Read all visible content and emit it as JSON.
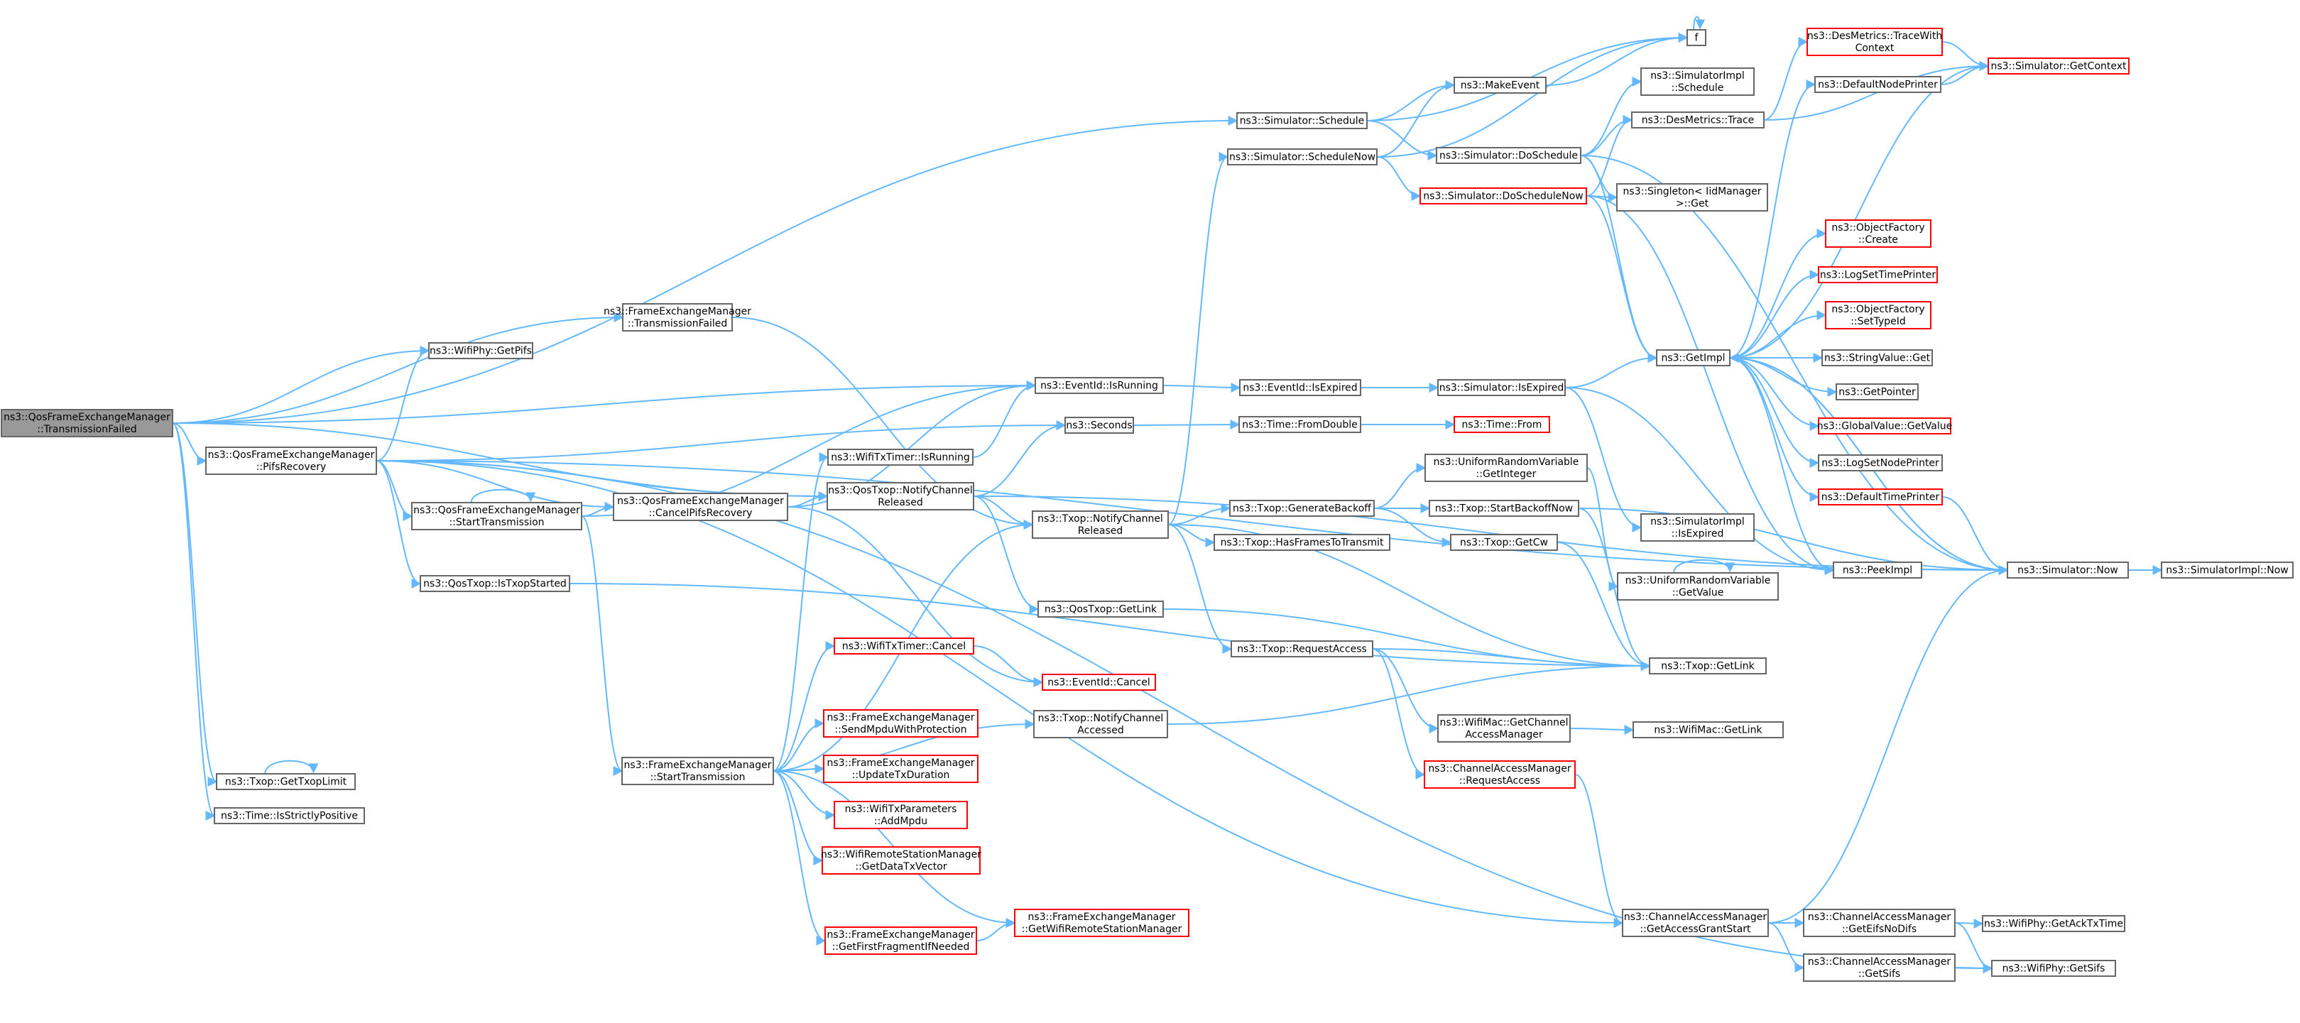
{
  "colors": {
    "edge": "#63b8ff",
    "node_border": "#666666",
    "node_fill": "#ffffff",
    "root_fill": "#999999",
    "root_border": "#666666",
    "error_border": "#ff0000",
    "text": "#000000"
  },
  "nodes": [
    {
      "id": "root",
      "lines": [
        "ns3::QosFrameExchangeManager",
        "::TransmissionFailed"
      ],
      "style": "root"
    },
    {
      "id": "pifsrecovery",
      "lines": [
        "ns3::QosFrameExchangeManager",
        "::PifsRecovery"
      ],
      "style": "normal"
    },
    {
      "id": "fem_txfailed",
      "lines": [
        "ns3::FrameExchangeManager",
        "::TransmissionFailed"
      ],
      "style": "normal"
    },
    {
      "id": "wifiphy_getpifs",
      "lines": [
        "ns3::WifiPhy::GetPifs"
      ],
      "style": "normal"
    },
    {
      "id": "qosfem_starttx",
      "lines": [
        "ns3::QosFrameExchangeManager",
        "::StartTransmission"
      ],
      "style": "normal"
    },
    {
      "id": "cancelpifs",
      "lines": [
        "ns3::QosFrameExchangeManager",
        "::CancelPifsRecovery"
      ],
      "style": "normal"
    },
    {
      "id": "istxopstarted",
      "lines": [
        "ns3::QosTxop::IsTxopStarted"
      ],
      "style": "normal"
    },
    {
      "id": "gettxoplimit",
      "lines": [
        "ns3::Txop::GetTxopLimit"
      ],
      "style": "normal"
    },
    {
      "id": "isstrictlypositive",
      "lines": [
        "ns3::Time::IsStrictlyPositive"
      ],
      "style": "normal"
    },
    {
      "id": "fem_starttx",
      "lines": [
        "ns3::FrameExchangeManager",
        "::StartTransmission"
      ],
      "style": "normal"
    },
    {
      "id": "sim_schedule",
      "lines": [
        "ns3::Simulator::Schedule"
      ],
      "style": "normal"
    },
    {
      "id": "sim_schedulenow",
      "lines": [
        "ns3::Simulator::ScheduleNow"
      ],
      "style": "normal"
    },
    {
      "id": "makeevent",
      "lines": [
        "ns3::MakeEvent"
      ],
      "style": "normal"
    },
    {
      "id": "f",
      "lines": [
        "f"
      ],
      "style": "normal"
    },
    {
      "id": "simimpl_schedule",
      "lines": [
        "ns3::SimulatorImpl",
        "::Schedule"
      ],
      "style": "normal"
    },
    {
      "id": "dotrace",
      "lines": [
        "ns3::DesMetrics::Trace"
      ],
      "style": "normal"
    },
    {
      "id": "doschedule",
      "lines": [
        "ns3::Simulator::DoSchedule"
      ],
      "style": "normal"
    },
    {
      "id": "doschedulenow",
      "lines": [
        "ns3::Simulator::DoScheduleNow"
      ],
      "style": "error"
    },
    {
      "id": "singleton",
      "lines": [
        "ns3::Singleton< IidManager",
        ">::Get"
      ],
      "style": "normal"
    },
    {
      "id": "tracewithctx",
      "lines": [
        "ns3::DesMetrics::TraceWith",
        "Context"
      ],
      "style": "error"
    },
    {
      "id": "getcontext",
      "lines": [
        "ns3::Simulator::GetContext"
      ],
      "style": "error"
    },
    {
      "id": "defaultnodeprinter",
      "lines": [
        "ns3::DefaultNodePrinter"
      ],
      "style": "normal"
    },
    {
      "id": "eventid_isrunning",
      "lines": [
        "ns3::EventId::IsRunning"
      ],
      "style": "normal"
    },
    {
      "id": "eventid_isexpired",
      "lines": [
        "ns3::EventId::IsExpired"
      ],
      "style": "normal"
    },
    {
      "id": "sim_isexpired",
      "lines": [
        "ns3::Simulator::IsExpired"
      ],
      "style": "normal"
    },
    {
      "id": "getimpl",
      "lines": [
        "ns3::GetImpl"
      ],
      "style": "normal"
    },
    {
      "id": "seconds",
      "lines": [
        "ns3::Seconds"
      ],
      "style": "normal"
    },
    {
      "id": "fromdouble",
      "lines": [
        "ns3::Time::FromDouble"
      ],
      "style": "normal"
    },
    {
      "id": "timefrom",
      "lines": [
        "ns3::Time::From"
      ],
      "style": "error"
    },
    {
      "id": "txtimer_isrunning",
      "lines": [
        "ns3::WifiTxTimer::IsRunning"
      ],
      "style": "normal"
    },
    {
      "id": "qostxop_notifyreleased",
      "lines": [
        "ns3::QosTxop::NotifyChannel",
        "Released"
      ],
      "style": "normal"
    },
    {
      "id": "txop_notifyreleased",
      "lines": [
        "ns3::Txop::NotifyChannel",
        "Released"
      ],
      "style": "normal"
    },
    {
      "id": "generatebackoff",
      "lines": [
        "ns3::Txop::GenerateBackoff"
      ],
      "style": "normal"
    },
    {
      "id": "hasframes",
      "lines": [
        "ns3::Txop::HasFramesToTransmit"
      ],
      "style": "normal"
    },
    {
      "id": "getinteger",
      "lines": [
        "ns3::UniformRandomVariable",
        "::GetInteger"
      ],
      "style": "normal"
    },
    {
      "id": "startbackoff",
      "lines": [
        "ns3::Txop::StartBackoffNow"
      ],
      "style": "normal"
    },
    {
      "id": "getcw",
      "lines": [
        "ns3::Txop::GetCw"
      ],
      "style": "normal"
    },
    {
      "id": "simimpl_isexpired",
      "lines": [
        "ns3::SimulatorImpl",
        "::IsExpired"
      ],
      "style": "normal"
    },
    {
      "id": "getvalue_rv",
      "lines": [
        "ns3::UniformRandomVariable",
        "::GetValue"
      ],
      "style": "normal"
    },
    {
      "id": "qostxop_getlink",
      "lines": [
        "ns3::QosTxop::GetLink"
      ],
      "style": "normal"
    },
    {
      "id": "requestaccess",
      "lines": [
        "ns3::Txop::RequestAccess"
      ],
      "style": "normal"
    },
    {
      "id": "txop_getlink",
      "lines": [
        "ns3::Txop::GetLink"
      ],
      "style": "normal"
    },
    {
      "id": "getcam",
      "lines": [
        "ns3::WifiMac::GetChannel",
        "AccessManager"
      ],
      "style": "normal"
    },
    {
      "id": "wifimac_getlink",
      "lines": [
        "ns3::WifiMac::GetLink"
      ],
      "style": "normal"
    },
    {
      "id": "cam_requestaccess",
      "lines": [
        "ns3::ChannelAccessManager",
        "::RequestAccess"
      ],
      "style": "error"
    },
    {
      "id": "txtimer_cancel",
      "lines": [
        "ns3::WifiTxTimer::Cancel"
      ],
      "style": "error"
    },
    {
      "id": "eventid_cancel",
      "lines": [
        "ns3::EventId::Cancel"
      ],
      "style": "error"
    },
    {
      "id": "sendmpdu",
      "lines": [
        "ns3::FrameExchangeManager",
        "::SendMpduWithProtection"
      ],
      "style": "error"
    },
    {
      "id": "notifyaccessed",
      "lines": [
        "ns3::Txop::NotifyChannel",
        "Accessed"
      ],
      "style": "normal"
    },
    {
      "id": "updatetxduration",
      "lines": [
        "ns3::FrameExchangeManager",
        "::UpdateTxDuration"
      ],
      "style": "error"
    },
    {
      "id": "addmpdu",
      "lines": [
        "ns3::WifiTxParameters",
        "::AddMpdu"
      ],
      "style": "error"
    },
    {
      "id": "getdatatxvector",
      "lines": [
        "ns3::WifiRemoteStationManager",
        "::GetDataTxVector"
      ],
      "style": "error"
    },
    {
      "id": "getwrsm",
      "lines": [
        "ns3::FrameExchangeManager",
        "::GetWifiRemoteStationManager"
      ],
      "style": "error"
    },
    {
      "id": "getfirstfragment",
      "lines": [
        "ns3::FrameExchangeManager",
        "::GetFirstFragmentIfNeeded"
      ],
      "style": "error"
    },
    {
      "id": "getaccessgrantstart",
      "lines": [
        "ns3::ChannelAccessManager",
        "::GetAccessGrantStart"
      ],
      "style": "normal"
    },
    {
      "id": "geteifsnodifs",
      "lines": [
        "ns3::ChannelAccessManager",
        "::GetEifsNoDifs"
      ],
      "style": "normal"
    },
    {
      "id": "getsifs_cam",
      "lines": [
        "ns3::ChannelAccessManager",
        "::GetSifs"
      ],
      "style": "normal"
    },
    {
      "id": "getacktxtime",
      "lines": [
        "ns3::WifiPhy::GetAckTxTime"
      ],
      "style": "normal"
    },
    {
      "id": "wifiphy_getsifs",
      "lines": [
        "ns3::WifiPhy::GetSifs"
      ],
      "style": "normal"
    },
    {
      "id": "objfactory_create",
      "lines": [
        "ns3::ObjectFactory",
        "::Create"
      ],
      "style": "error"
    },
    {
      "id": "logsettimeprinter",
      "lines": [
        "ns3::LogSetTimePrinter"
      ],
      "style": "error"
    },
    {
      "id": "objfactory_settypeid",
      "lines": [
        "ns3::ObjectFactory",
        "::SetTypeId"
      ],
      "style": "error"
    },
    {
      "id": "stringvalue_get",
      "lines": [
        "ns3::StringValue::Get"
      ],
      "style": "normal"
    },
    {
      "id": "getpointer",
      "lines": [
        "ns3::GetPointer"
      ],
      "style": "normal"
    },
    {
      "id": "globalvalue_getvalue",
      "lines": [
        "ns3::GlobalValue::GetValue"
      ],
      "style": "error"
    },
    {
      "id": "logsetnodeprinter",
      "lines": [
        "ns3::LogSetNodePrinter"
      ],
      "style": "normal"
    },
    {
      "id": "defaulttimeprinter",
      "lines": [
        "ns3::DefaultTimePrinter"
      ],
      "style": "error"
    },
    {
      "id": "peekimpl",
      "lines": [
        "ns3::PeekImpl"
      ],
      "style": "normal"
    },
    {
      "id": "sim_now",
      "lines": [
        "ns3::Simulator::Now"
      ],
      "style": "normal"
    },
    {
      "id": "simimpl_now",
      "lines": [
        "ns3::SimulatorImpl::Now"
      ],
      "style": "normal"
    }
  ],
  "edges": [
    [
      "root",
      "pifsrecovery"
    ],
    [
      "root",
      "fem_txfailed"
    ],
    [
      "root",
      "wifiphy_getpifs"
    ],
    [
      "root",
      "eventid_isrunning"
    ],
    [
      "root",
      "sim_schedule"
    ],
    [
      "root",
      "qostxop_notifyreleased"
    ],
    [
      "root",
      "gettxoplimit"
    ],
    [
      "root",
      "isstrictlypositive"
    ],
    [
      "pifsrecovery",
      "qosfem_starttx"
    ],
    [
      "pifsrecovery",
      "cancelpifs"
    ],
    [
      "pifsrecovery",
      "istxopstarted"
    ],
    [
      "pifsrecovery",
      "wifiphy_getpifs"
    ],
    [
      "pifsrecovery",
      "seconds"
    ],
    [
      "pifsrecovery",
      "qostxop_notifyreleased"
    ],
    [
      "pifsrecovery",
      "sim_now"
    ],
    [
      "pifsrecovery",
      "getaccessgrantstart"
    ],
    [
      "pifsrecovery",
      "wifiphy_getsifs"
    ],
    [
      "fem_txfailed",
      "txop_notifyreleased"
    ],
    [
      "qosfem_starttx",
      "qosfem_starttx"
    ],
    [
      "qosfem_starttx",
      "eventid_isrunning"
    ],
    [
      "qosfem_starttx",
      "cancelpifs"
    ],
    [
      "qosfem_starttx",
      "fem_starttx"
    ],
    [
      "cancelpifs",
      "eventid_isrunning"
    ],
    [
      "cancelpifs",
      "qostxop_notifyreleased"
    ],
    [
      "cancelpifs",
      "eventid_cancel"
    ],
    [
      "istxopstarted",
      "txop_getlink"
    ],
    [
      "gettxoplimit",
      "gettxoplimit"
    ],
    [
      "fem_starttx",
      "txtimer_isrunning"
    ],
    [
      "fem_starttx",
      "txtimer_cancel"
    ],
    [
      "fem_starttx",
      "sendmpdu"
    ],
    [
      "fem_starttx",
      "notifyaccessed"
    ],
    [
      "fem_starttx",
      "updatetxduration"
    ],
    [
      "fem_starttx",
      "addmpdu"
    ],
    [
      "fem_starttx",
      "getdatatxvector"
    ],
    [
      "fem_starttx",
      "getwrsm"
    ],
    [
      "fem_starttx",
      "getfirstfragment"
    ],
    [
      "fem_starttx",
      "txop_notifyreleased"
    ],
    [
      "txtimer_isrunning",
      "eventid_isrunning"
    ],
    [
      "qostxop_notifyreleased",
      "txop_notifyreleased"
    ],
    [
      "qostxop_notifyreleased",
      "qostxop_getlink"
    ],
    [
      "qostxop_notifyreleased",
      "seconds"
    ],
    [
      "qostxop_notifyreleased",
      "sim_now"
    ],
    [
      "txop_notifyreleased",
      "sim_schedulenow"
    ],
    [
      "txop_notifyreleased",
      "generatebackoff"
    ],
    [
      "txop_notifyreleased",
      "hasframes"
    ],
    [
      "txop_notifyreleased",
      "requestaccess"
    ],
    [
      "txop_notifyreleased",
      "txop_getlink"
    ],
    [
      "sim_schedule",
      "makeevent"
    ],
    [
      "sim_schedule",
      "doschedule"
    ],
    [
      "sim_schedule",
      "f"
    ],
    [
      "sim_schedulenow",
      "makeevent"
    ],
    [
      "sim_schedulenow",
      "doschedulenow"
    ],
    [
      "sim_schedulenow",
      "f"
    ],
    [
      "makeevent",
      "f"
    ],
    [
      "f",
      "f"
    ],
    [
      "doschedule",
      "simimpl_schedule"
    ],
    [
      "doschedule",
      "dotrace"
    ],
    [
      "doschedule",
      "getimpl"
    ],
    [
      "doschedule",
      "singleton"
    ],
    [
      "doschedule",
      "sim_now"
    ],
    [
      "doschedulenow",
      "dotrace"
    ],
    [
      "doschedulenow",
      "singleton"
    ],
    [
      "doschedulenow",
      "getimpl"
    ],
    [
      "doschedulenow",
      "peekimpl"
    ],
    [
      "dotrace",
      "tracewithctx"
    ],
    [
      "dotrace",
      "getcontext"
    ],
    [
      "tracewithctx",
      "getcontext"
    ],
    [
      "eventid_isrunning",
      "eventid_isexpired"
    ],
    [
      "eventid_isexpired",
      "sim_isexpired"
    ],
    [
      "sim_isexpired",
      "getimpl"
    ],
    [
      "sim_isexpired",
      "simimpl_isexpired"
    ],
    [
      "sim_isexpired",
      "peekimpl"
    ],
    [
      "seconds",
      "fromdouble"
    ],
    [
      "fromdouble",
      "timefrom"
    ],
    [
      "generatebackoff",
      "getinteger"
    ],
    [
      "generatebackoff",
      "startbackoff"
    ],
    [
      "generatebackoff",
      "getcw"
    ],
    [
      "getinteger",
      "getvalue_rv"
    ],
    [
      "getvalue_rv",
      "getvalue_rv"
    ],
    [
      "startbackoff",
      "txop_getlink"
    ],
    [
      "startbackoff",
      "sim_now"
    ],
    [
      "getcw",
      "txop_getlink"
    ],
    [
      "qostxop_getlink",
      "txop_getlink"
    ],
    [
      "requestaccess",
      "txop_getlink"
    ],
    [
      "requestaccess",
      "getcam"
    ],
    [
      "requestaccess",
      "cam_requestaccess"
    ],
    [
      "getcam",
      "wifimac_getlink"
    ],
    [
      "cam_requestaccess",
      "getaccessgrantstart"
    ],
    [
      "txtimer_cancel",
      "eventid_cancel"
    ],
    [
      "notifyaccessed",
      "txop_getlink"
    ],
    [
      "getfirstfragment",
      "getwrsm"
    ],
    [
      "getaccessgrantstart",
      "geteifsnodifs"
    ],
    [
      "getaccessgrantstart",
      "getsifs_cam"
    ],
    [
      "getaccessgrantstart",
      "sim_now"
    ],
    [
      "geteifsnodifs",
      "getacktxtime"
    ],
    [
      "geteifsnodifs",
      "wifiphy_getsifs"
    ],
    [
      "getsifs_cam",
      "wifiphy_getsifs"
    ],
    [
      "getimpl",
      "defaultnodeprinter"
    ],
    [
      "getimpl",
      "getcontext"
    ],
    [
      "getimpl",
      "objfactory_create"
    ],
    [
      "getimpl",
      "logsettimeprinter"
    ],
    [
      "getimpl",
      "objfactory_settypeid"
    ],
    [
      "getimpl",
      "stringvalue_get"
    ],
    [
      "getimpl",
      "getpointer"
    ],
    [
      "getimpl",
      "globalvalue_getvalue"
    ],
    [
      "getimpl",
      "logsetnodeprinter"
    ],
    [
      "getimpl",
      "defaulttimeprinter"
    ],
    [
      "getimpl",
      "peekimpl"
    ],
    [
      "getimpl",
      "sim_now"
    ],
    [
      "defaultnodeprinter",
      "getcontext"
    ],
    [
      "defaulttimeprinter",
      "sim_now"
    ],
    [
      "sim_now",
      "simimpl_now"
    ],
    [
      "sim_now",
      "getimpl"
    ]
  ]
}
